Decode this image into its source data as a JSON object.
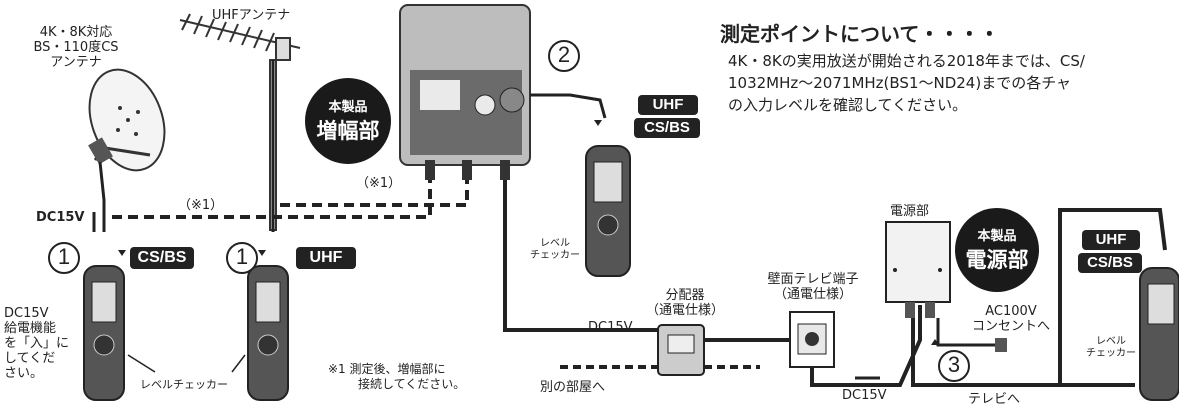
{
  "antenna_bs": {
    "label_line1": "4K・8K対応",
    "label_line2": "BS・110度CS",
    "label_line3": "アンテナ"
  },
  "antenna_uhf": {
    "label": "UHFアンテナ"
  },
  "amplifier_badge": {
    "line1": "本製品",
    "line2": "増幅部"
  },
  "power_badge": {
    "line1": "本製品",
    "line2": "電源部"
  },
  "power_unit_label": "電源部",
  "point_1_bs": {
    "number": "①",
    "tag": "CS/BS"
  },
  "point_1_uhf": {
    "number": "①",
    "tag": "UHF"
  },
  "point_2": {
    "number": "②",
    "tag_uhf": "UHF",
    "tag_bs": "CS/BS"
  },
  "point_3": {
    "number": "③",
    "tag_uhf": "UHF",
    "tag_bs": "CS/BS"
  },
  "dc15v_left": "DC15V",
  "note_ref_upper": "（※1）",
  "note_ref_lower": "（※1）",
  "dc_feed_note": [
    "DC15V",
    "給電機能",
    "を「入」に",
    "してくだ",
    "さい。"
  ],
  "checker_label_bottom": "レベルチェッカー",
  "checker_label_mid": [
    "レベル",
    "チェッカー"
  ],
  "checker_label_right": [
    "レベル",
    "チェッカー"
  ],
  "footnote": [
    "※1  測定後、増幅部に",
    "接続してください。"
  ],
  "splitter_label": [
    "分配器",
    "（通電仕様）"
  ],
  "splitter_dc": "DC15V",
  "other_room": "別の部屋へ",
  "wall_terminal_label": [
    "壁面テレビ端子",
    "（通電仕様）"
  ],
  "outlet_label": [
    "AC100V",
    "コンセントへ"
  ],
  "dc15v_bottom": "DC15V",
  "to_tv": "テレビへ",
  "heading": "測定ポイントについて・・・・",
  "description": [
    "4K・8Kの実用放送が開始される2018年までは、CS/",
    "1032MHz〜2071MHz(BS1〜ND24)までの各チャ",
    "の入力レベルを確認してください。"
  ],
  "colors": {
    "dark": "#1a1a1a",
    "tag_bg": "#222222",
    "device_gray": "#8a8a8a"
  }
}
